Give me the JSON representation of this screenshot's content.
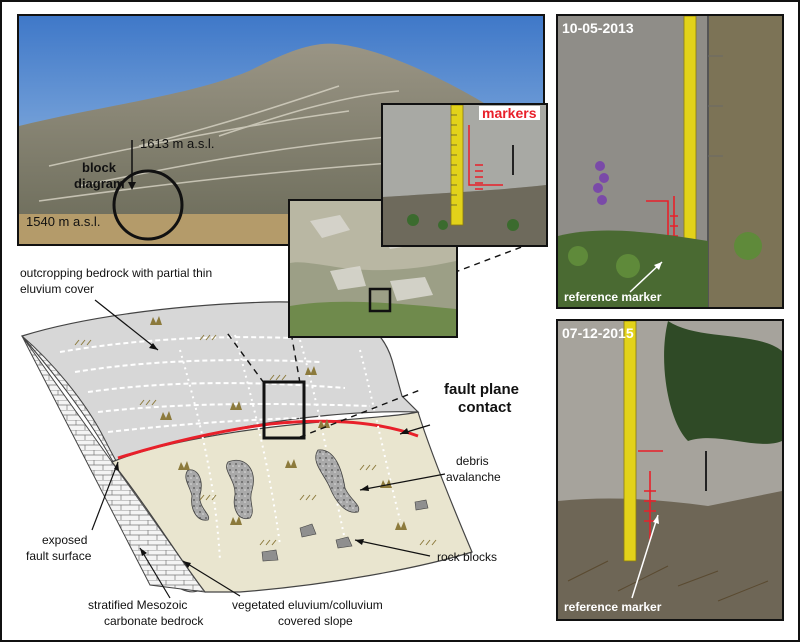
{
  "colors": {
    "fault_line": "#e8202a",
    "marker_red": "#e8202a",
    "tape_yellow": "#e2d21a",
    "bedrock": "#d7d7d7",
    "slope": "#e9e5cf",
    "vegetation": "#8c7a3c",
    "rock": "#9a9a9a"
  },
  "panorama": {
    "elev_top": "1613 m a.s.l.",
    "elev_bottom": "1540 m a.s.l.",
    "block_label_line1": "block",
    "block_label_line2": "diagram"
  },
  "closeup": {
    "markers_label": "markers"
  },
  "photo_2013": {
    "date": "10-05-2013",
    "caption": "reference marker"
  },
  "photo_2015": {
    "date": "07-12-2015",
    "caption": "reference marker"
  },
  "diagram": {
    "bedrock_label_line1": "outcropping bedrock with partial thin",
    "bedrock_label_line2": "eluvium cover",
    "fault_line1": "fault plane",
    "fault_line2": "contact",
    "debris_line1": "debris",
    "debris_line2": "avalanche",
    "rock_blocks": "rock blocks",
    "exposed_line1": "exposed",
    "exposed_line2": "fault surface",
    "strat_line1": "stratified Mesozoic",
    "strat_line2": "carbonate bedrock",
    "veg_line1": "vegetated eluvium/colluvium",
    "veg_line2": "covered slope"
  }
}
